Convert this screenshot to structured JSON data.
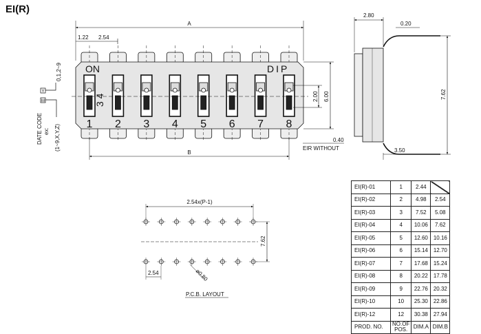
{
  "title": "EI(R)",
  "top_view": {
    "dim_a": "A",
    "dim_b": "B",
    "dim_pitch_offset": "1.22",
    "dim_pitch": "2.54",
    "label_on": "ON",
    "label_dip": "DIP",
    "label_34": "3 4",
    "switch_numbers": [
      "1",
      "2",
      "3",
      "4",
      "5",
      "6",
      "7",
      "8"
    ],
    "dim_actuator": "2.00",
    "dim_body": "6.00",
    "dim_eir": "0.40",
    "eir_note": "EIR  WITHOUT"
  },
  "date_code": {
    "label": "DATE  CODE",
    "ex": "ex:",
    "m_range": "(1~9,X,Y,Z)",
    "y_range": "0,1,2~9",
    "m_box": "M",
    "y_box": "Y"
  },
  "side_view": {
    "dim_width": "2.80",
    "dim_lead": "0.20",
    "dim_span": "7.62",
    "dim_height": "3.50"
  },
  "pcb_layout": {
    "dim_span": "2.54x(P-1)",
    "dim_row": "7.62",
    "dim_pitch": "2.54",
    "dim_hole": "ø0.80",
    "label": "P.C.B.  LAYOUT"
  },
  "table": {
    "rows": [
      [
        "EI(R)-01",
        "1",
        "2.44",
        ""
      ],
      [
        "EI(R)-02",
        "2",
        "4.98",
        "2.54"
      ],
      [
        "EI(R)-03",
        "3",
        "7.52",
        "5.08"
      ],
      [
        "EI(R)-04",
        "4",
        "10.06",
        "7.62"
      ],
      [
        "EI(R)-05",
        "5",
        "12.60",
        "10.16"
      ],
      [
        "EI(R)-06",
        "6",
        "15.14",
        "12.70"
      ],
      [
        "EI(R)-07",
        "7",
        "17.68",
        "15.24"
      ],
      [
        "EI(R)-08",
        "8",
        "20.22",
        "17.78"
      ],
      [
        "EI(R)-09",
        "9",
        "22.76",
        "20.32"
      ],
      [
        "EI(R)-10",
        "10",
        "25.30",
        "22.86"
      ],
      [
        "EI(R)-12",
        "12",
        "30.38",
        "27.94"
      ]
    ],
    "header": [
      "PROD. NO.",
      "NO.OF POS.",
      "DIM.A",
      "DIM.B"
    ]
  }
}
